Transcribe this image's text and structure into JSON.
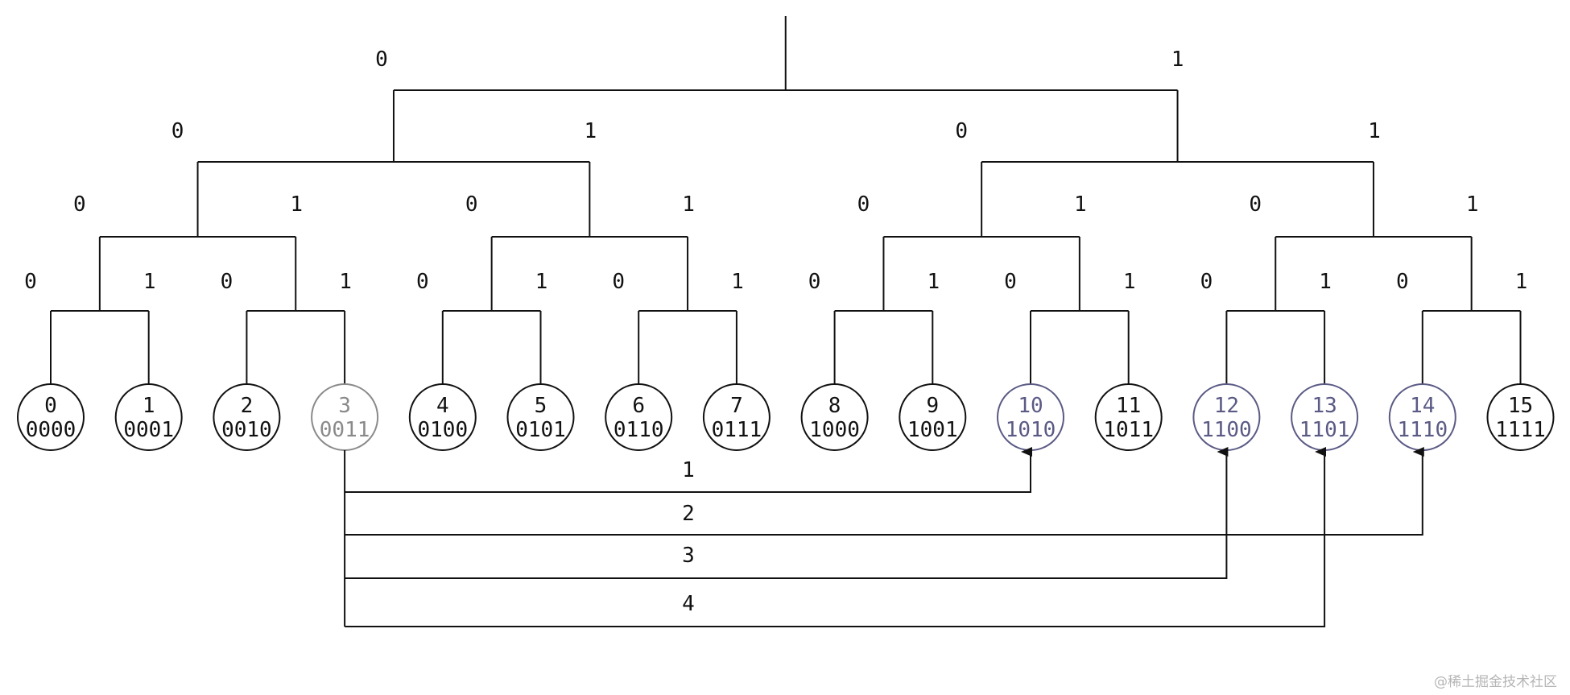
{
  "colors": {
    "line": "#111111",
    "highlight_source": "#8a8a8a",
    "highlight_target": "#5a5a85",
    "text": "#111111"
  },
  "tree": {
    "leaves": [
      {
        "id": "0",
        "bits": "0000",
        "state": "normal"
      },
      {
        "id": "1",
        "bits": "0001",
        "state": "normal"
      },
      {
        "id": "2",
        "bits": "0010",
        "state": "normal"
      },
      {
        "id": "3",
        "bits": "0011",
        "state": "source"
      },
      {
        "id": "4",
        "bits": "0100",
        "state": "normal"
      },
      {
        "id": "5",
        "bits": "0101",
        "state": "normal"
      },
      {
        "id": "6",
        "bits": "0110",
        "state": "normal"
      },
      {
        "id": "7",
        "bits": "0111",
        "state": "normal"
      },
      {
        "id": "8",
        "bits": "1000",
        "state": "normal"
      },
      {
        "id": "9",
        "bits": "1001",
        "state": "normal"
      },
      {
        "id": "10",
        "bits": "1010",
        "state": "target"
      },
      {
        "id": "11",
        "bits": "1011",
        "state": "normal"
      },
      {
        "id": "12",
        "bits": "1100",
        "state": "target"
      },
      {
        "id": "13",
        "bits": "1101",
        "state": "target"
      },
      {
        "id": "14",
        "bits": "1110",
        "state": "target"
      },
      {
        "id": "15",
        "bits": "1111",
        "state": "normal"
      }
    ],
    "branch_labels": {
      "left": "0",
      "right": "1"
    }
  },
  "routes": [
    {
      "label": "1",
      "from": "3",
      "to": "10"
    },
    {
      "label": "2",
      "from": "3",
      "to": "14"
    },
    {
      "label": "3",
      "from": "3",
      "to": "12"
    },
    {
      "label": "4",
      "from": "3",
      "to": "13"
    }
  ],
  "watermark": "@稀土掘金技术社区"
}
